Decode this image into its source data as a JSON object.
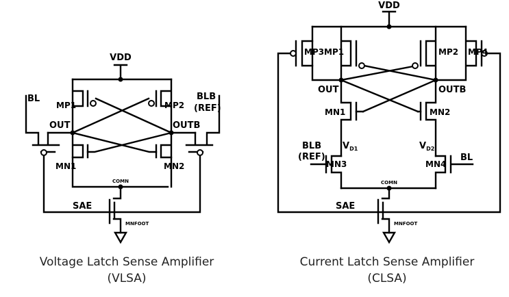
{
  "vlsa": {
    "vdd": "VDD",
    "bl": "BL",
    "blb_1": "BLB",
    "blb_2": "(REF)",
    "mp1": "MP1",
    "mp2": "MP2",
    "out": "OUT",
    "outb": "OUTB",
    "mn1": "MN1",
    "mn2": "MN2",
    "comn": "COMN",
    "sae": "SAE",
    "mnfoot": "MNFOOT",
    "caption_1": "Voltage Latch Sense Amplifier",
    "caption_2": "(VLSA)"
  },
  "clsa": {
    "vdd": "VDD",
    "mp3": "MP3",
    "mp1": "MP1",
    "mp2": "MP2",
    "mp4": "MP4",
    "out": "OUT",
    "outb": "OUTB",
    "mn1": "MN1",
    "mn2": "MN2",
    "vd1_main": "V",
    "vd1_sub": "D1",
    "vd2_main": "V",
    "vd2_sub": "D2",
    "blb_1": "BLB",
    "blb_2": "(REF)",
    "mn3": "MN3",
    "mn4": "MN4",
    "bl": "BL",
    "comn": "COMN",
    "sae": "SAE",
    "mnfoot": "MNFOOT",
    "caption_1": "Current Latch Sense Amplifier",
    "caption_2": "(CLSA)"
  }
}
